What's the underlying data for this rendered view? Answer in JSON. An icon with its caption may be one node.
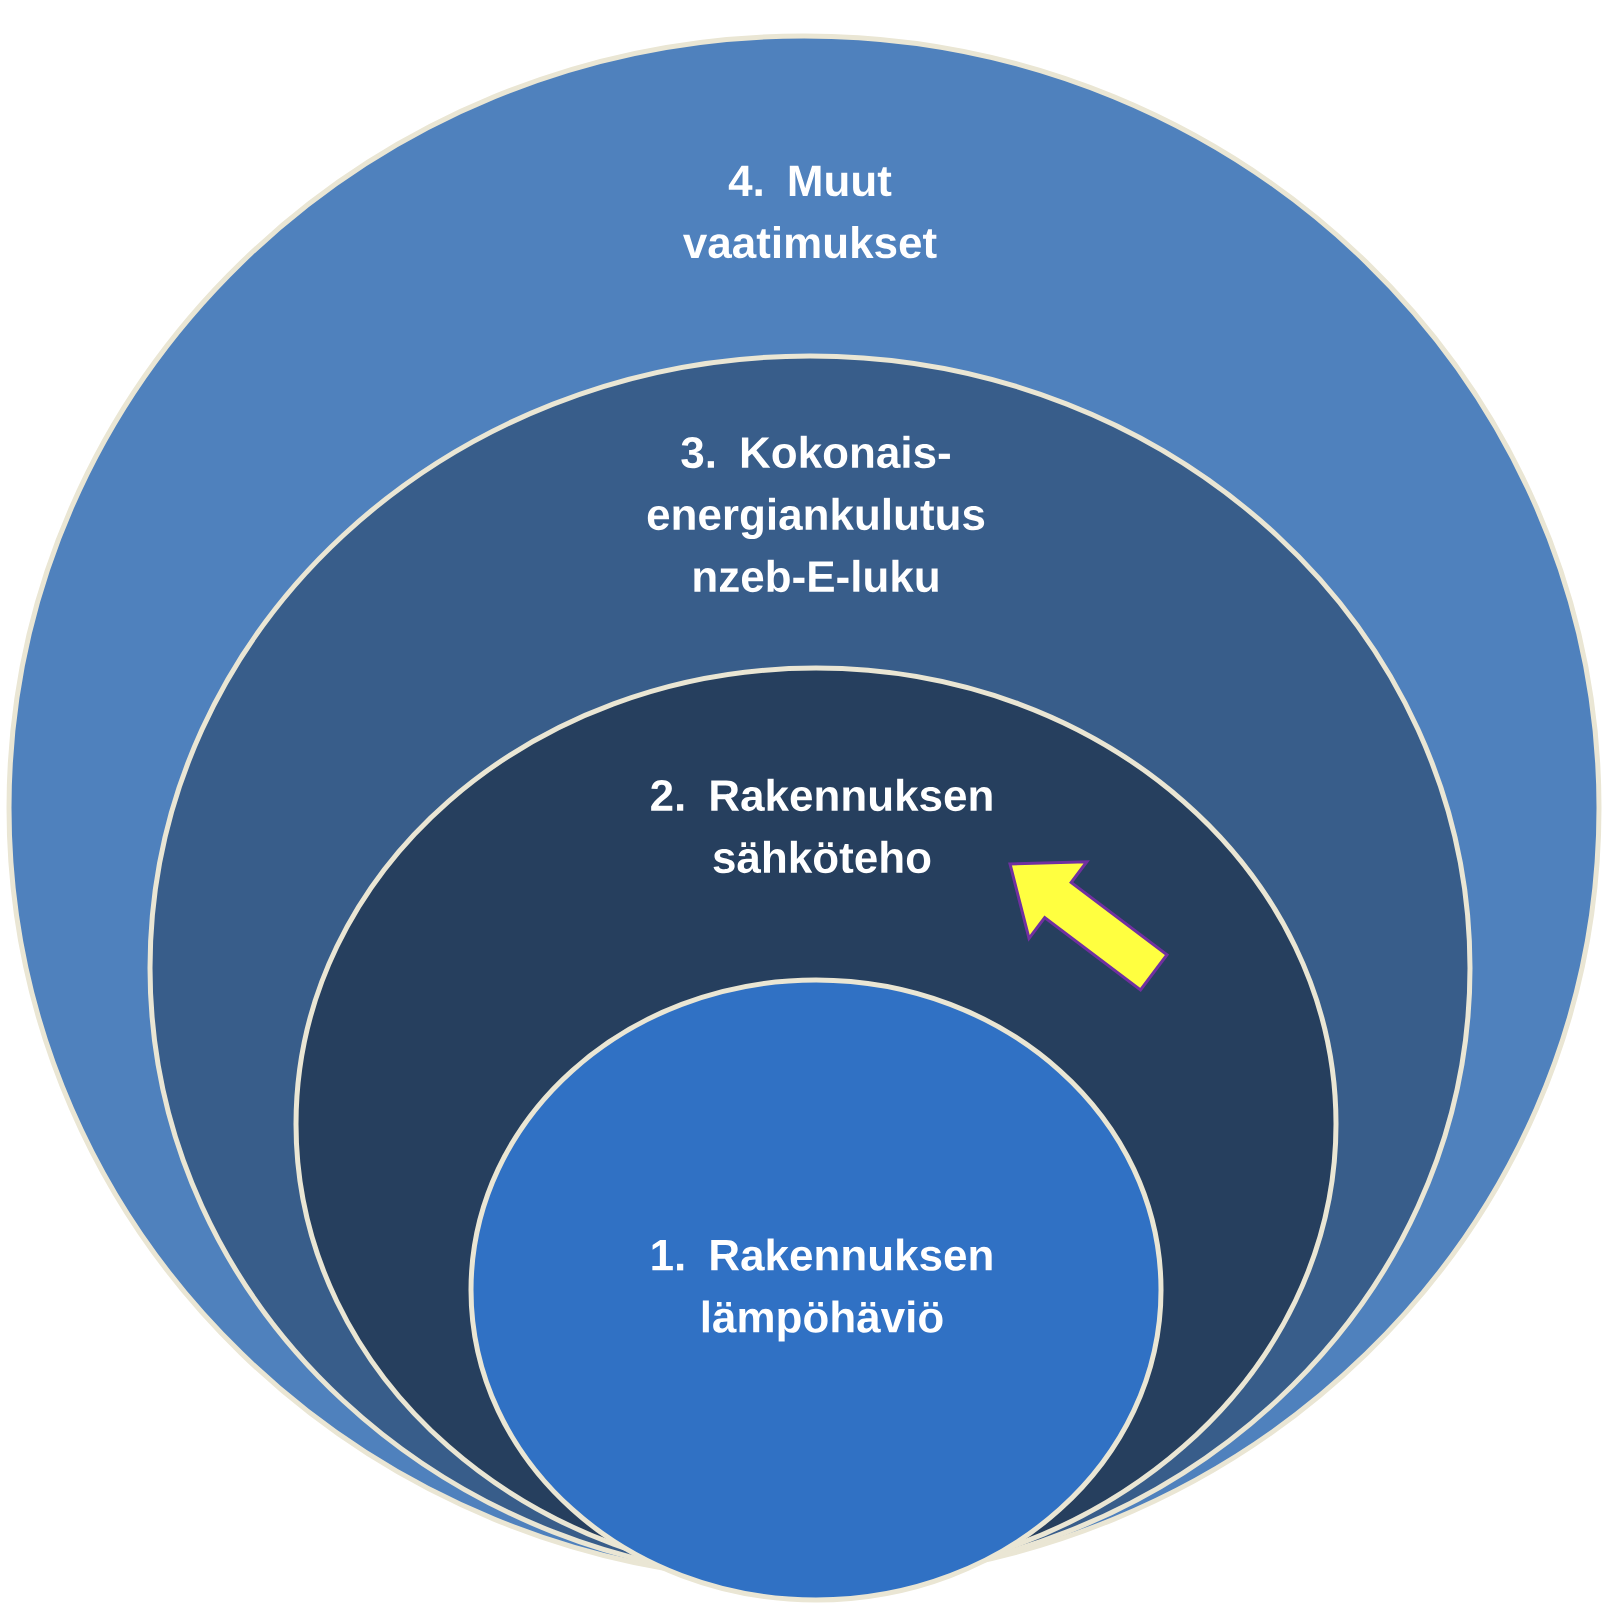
{
  "diagram": {
    "nodes": [
      {
        "text": [
          "4. Muut vaatimukset"
        ]
      },
      {
        "text": [
          "3. Kokonais- energiankulutus nzeb-E-luku"
        ],
        "in": 0
      },
      {
        "text": [
          "2. Rakennuksen sähköteho"
        ],
        "in": 1
      },
      {
        "text": [
          "1. Rakennuksen lämpöhäviö"
        ],
        "in": 2
      }
    ]
  }
}
